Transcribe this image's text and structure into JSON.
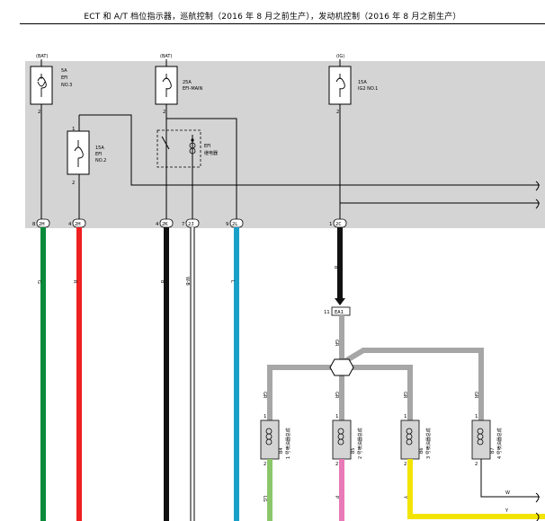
{
  "title": "ECT 和 A/T 档位指示器，巡航控制（2016 年 8 月之前生产），发动机控制（2016 年 8 月之前生产）",
  "fuses": [
    {
      "supply": "(BAT)",
      "rating": "5A",
      "name1": "EFI",
      "name2": "NO.3",
      "pin": "2"
    },
    {
      "supply": "(BAT)",
      "rating": "25A",
      "name1": "EFI-MAIN",
      "name2": "",
      "pin": "2"
    },
    {
      "supply": "(IG)",
      "rating": "15A",
      "name1": "IG2 NO.1",
      "name2": "",
      "pin": "2"
    },
    {
      "supply": "",
      "rating": "15A",
      "name1": "EFI",
      "name2": "NO.2",
      "pin_top": "1",
      "pin": "2"
    }
  ],
  "relay": {
    "label1": "EFI",
    "label2": "继电器"
  },
  "connectors": [
    {
      "pin": "8",
      "code": "2H"
    },
    {
      "pin": "4",
      "code": "2H"
    },
    {
      "pin": "4",
      "code": "2K"
    },
    {
      "pin": "7",
      "code": "2J"
    },
    {
      "pin": "9",
      "code": "2L"
    },
    {
      "pin": "1",
      "code": "2C"
    }
  ],
  "wire_colors": {
    "w1": "G",
    "w2": "R",
    "w3": "B",
    "w4": "W-B",
    "w5": "L",
    "w6": "B",
    "gr": "GR",
    "lg": "LG",
    "p": "P",
    "y": "Y",
    "w": "W"
  },
  "junction": {
    "pin": "11",
    "code": "EA1"
  },
  "injectors": [
    {
      "pin_top": "1",
      "pin_bottom": "2",
      "code": "B4",
      "label": "1 号喷油器总成"
    },
    {
      "pin_top": "1",
      "pin_bottom": "2",
      "code": "B5",
      "label": "2 号喷油器总成"
    },
    {
      "pin_top": "1",
      "pin_bottom": "2",
      "code": "B6",
      "label": "3 号喷油器总成"
    },
    {
      "pin_top": "1",
      "pin_bottom": "2",
      "code": "B7",
      "label": "4 号喷油器总成"
    }
  ],
  "colors": {
    "green": "#0a8a3a",
    "red": "#ee2020",
    "black": "#111111",
    "blue": "#1aa0c8",
    "gray": "#a6a6a6",
    "pink": "#e87ab8",
    "lightgreen": "#8cc66a",
    "yellow": "#f2e400",
    "panel": "#d4d4d4"
  }
}
